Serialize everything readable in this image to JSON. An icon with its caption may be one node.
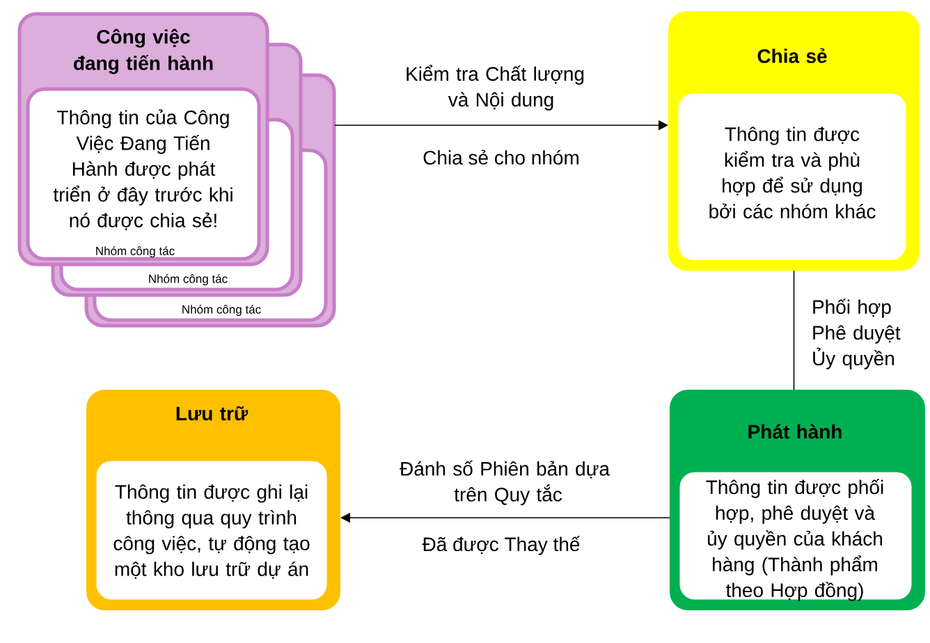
{
  "diagram": {
    "nodes": [
      {
        "text": [
          "Công việc đang tiến hành",
          "Thông tin của Công Việc Đang Tiến Hành được phát triển ở đây trước khi nó được chia sẻ!",
          "Nhóm công tác",
          "Nhóm công tác",
          "Nhóm công tác"
        ]
      },
      {
        "text": [
          "Chia sẻ",
          "Thông tin được kiểm tra và phù hợp để sử dụng bởi các nhóm khác"
        ]
      },
      {
        "text": [
          "Phát hành",
          "Thông tin được phối hợp, phê duyệt và ủy quyền của khách hàng (Thành phẩm theo Hợp đồng)"
        ]
      },
      {
        "text": [
          "Lưu trữ",
          "Thông tin được ghi lại thông qua quy trình công việc, tự động tạo một kho lưu trữ dự án"
        ]
      }
    ],
    "edges": [
      {
        "from": 0,
        "to": 1,
        "arrow": "to",
        "label": "Kiểm tra Chất lượng và Nội dung"
      },
      {
        "from": 1,
        "to": 2,
        "arrow": "none",
        "label": "Phối hợp Phê duyệt Ủy quyền"
      },
      {
        "from": 2,
        "to": 3,
        "arrow": "to",
        "label": "Đánh số Phiên bản dựa trên Quy tắc"
      }
    ],
    "labels": [
      "Chia sẻ cho nhóm",
      "Đã được Thay thế"
    ]
  }
}
